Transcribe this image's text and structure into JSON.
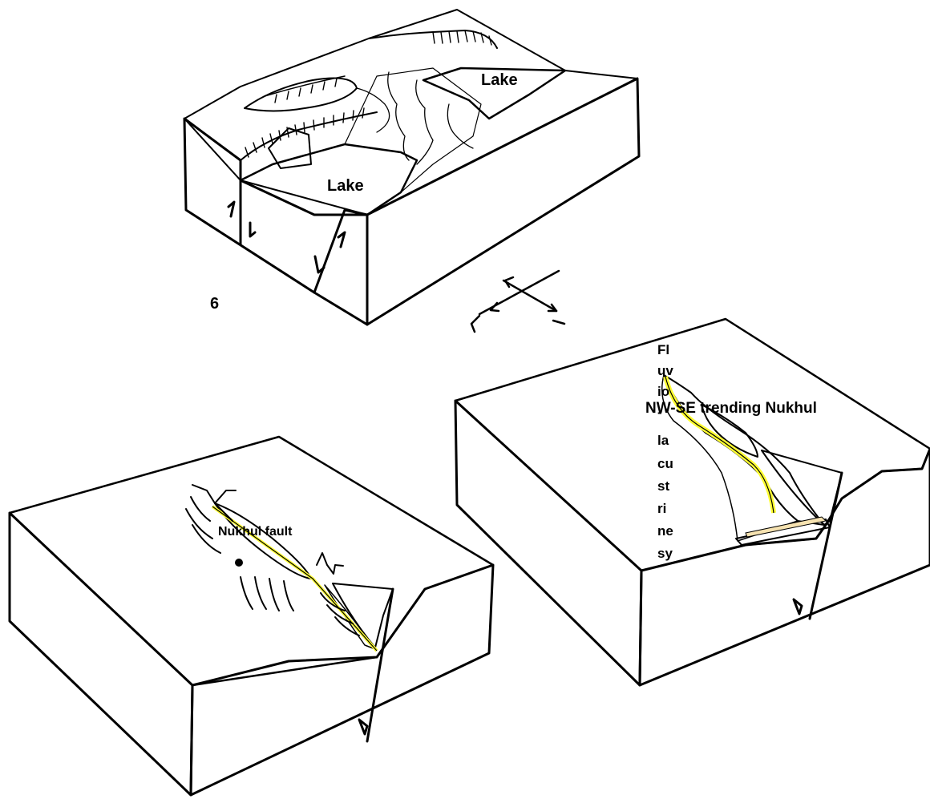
{
  "figure_number": "6",
  "labels": {
    "lake_upper": "Lake",
    "lake_lower": "Lake",
    "nukhul_fault": "Nukhul fault",
    "nw_se_trending": "NW-SE trending Nukhul",
    "fluvio_lacustrine": [
      "Fl",
      "uv",
      "io",
      "-",
      "la",
      "cu",
      "st",
      "ri",
      "ne",
      "sy"
    ]
  },
  "colors": {
    "brick_fill": "#f08a3a",
    "brick_mortar": "#ffffff",
    "lake_fill": "#f3a866",
    "hatch_fill": "#b4583c",
    "sediment_fill": "#f6e2b0",
    "channel_yellow": "#ffff33",
    "outline": "#000000"
  },
  "icons": [
    "extension-arrows-icon",
    "fault-arrow-icon"
  ]
}
